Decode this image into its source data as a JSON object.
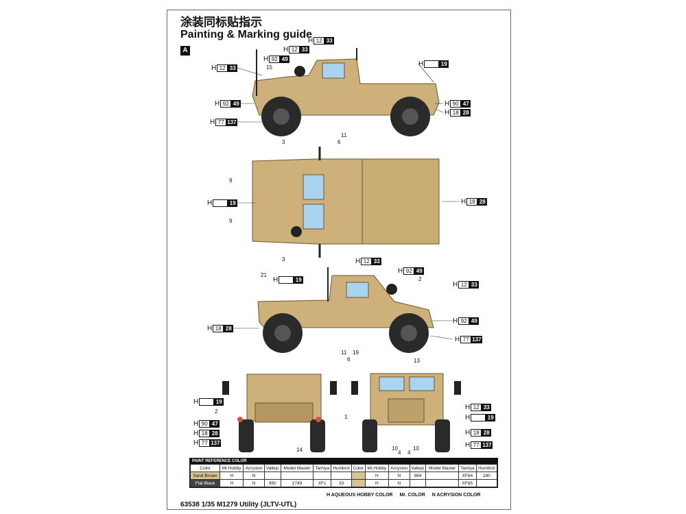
{
  "header": {
    "title_cn": "涂装同标贴指示",
    "title_en": "Painting & Marking guide",
    "section": "A"
  },
  "callouts": [
    {
      "id": "c1",
      "h": "H",
      "w": "12",
      "b": "33"
    },
    {
      "id": "c2",
      "h": "H",
      "w": "12",
      "b": "33"
    },
    {
      "id": "c3",
      "h": "H",
      "w": "92",
      "b": "49"
    },
    {
      "id": "c4",
      "h": "H",
      "w": "12",
      "b": "33"
    },
    {
      "id": "c5",
      "h": "H",
      "w": "",
      "b": "19"
    },
    {
      "id": "c6",
      "h": "H",
      "w": "92",
      "b": "49"
    },
    {
      "id": "c7",
      "h": "H",
      "w": "90",
      "b": "47"
    },
    {
      "id": "c8",
      "h": "H",
      "w": "18",
      "b": "28"
    },
    {
      "id": "c9",
      "h": "H",
      "w": "77",
      "b": "137"
    },
    {
      "id": "c10",
      "h": "H",
      "w": "",
      "b": "19"
    },
    {
      "id": "c11",
      "h": "H",
      "w": "18",
      "b": "28"
    },
    {
      "id": "c12",
      "h": "H",
      "w": "12",
      "b": "33"
    },
    {
      "id": "c13",
      "h": "H",
      "w": "",
      "b": "19"
    },
    {
      "id": "c14",
      "h": "H",
      "w": "92",
      "b": "49"
    },
    {
      "id": "c15",
      "h": "H",
      "w": "12",
      "b": "33"
    },
    {
      "id": "c16",
      "h": "H",
      "w": "92",
      "b": "49"
    },
    {
      "id": "c17",
      "h": "H",
      "w": "18",
      "b": "28"
    },
    {
      "id": "c18",
      "h": "H",
      "w": "77",
      "b": "137"
    },
    {
      "id": "c19",
      "h": "H",
      "w": "",
      "b": "19"
    },
    {
      "id": "c20",
      "h": "H",
      "w": "90",
      "b": "47"
    },
    {
      "id": "c21",
      "h": "H",
      "w": "18",
      "b": "28"
    },
    {
      "id": "c22",
      "h": "H",
      "w": "77",
      "b": "137"
    },
    {
      "id": "c23",
      "h": "H",
      "w": "12",
      "b": "33"
    },
    {
      "id": "c24",
      "h": "H",
      "w": "",
      "b": "19"
    },
    {
      "id": "c25",
      "h": "H",
      "w": "18",
      "b": "28"
    },
    {
      "id": "c26",
      "h": "H",
      "w": "77",
      "b": "137"
    }
  ],
  "part_numbers": {
    "n15": "15",
    "n11a": "11",
    "n6a": "6",
    "n3a": "3",
    "n9a": "9",
    "n9b": "9",
    "n3b": "3",
    "n21": "21",
    "n2a": "2",
    "n11b": "11",
    "n6b": "6",
    "n19": "19",
    "n13": "13",
    "n2b": "2",
    "n14": "14",
    "n1": "1",
    "n10a": "10",
    "n4a": "4",
    "n4b": "4",
    "n10b": "10"
  },
  "paint_ref": {
    "title": "PAINT REFERENCE COLOR",
    "headers": [
      "Color",
      "Mr.Hobby",
      "Acrysion",
      "Vallejo",
      "Model Master",
      "Tamiya",
      "Humbrol"
    ],
    "rows_left": [
      {
        "color": "Sand Brown",
        "hobby": "H",
        "acry": "N",
        "vallejo": "",
        "mm": "",
        "tamiya": "",
        "humbrol": ""
      },
      {
        "color": "Flat Black",
        "hobby": "H",
        "acry": "N",
        "vallejo": "950",
        "mm": "1749",
        "tamiya": "XF1",
        "humbrol": "33"
      }
    ],
    "rows_right": [
      {
        "color": "",
        "hobby": "H",
        "acry": "N",
        "vallejo": "984",
        "mm": "",
        "tamiya": "XF64",
        "humbrol": "180"
      },
      {
        "color": "",
        "hobby": "H",
        "acry": "N",
        "vallejo": "",
        "mm": "",
        "tamiya": "XF85",
        "humbrol": ""
      }
    ]
  },
  "legend": [
    "H AQUEOUS HOBBY COLOR",
    "Mr. COLOR",
    "N ACRYSION COLOR"
  ],
  "footer": "63538 1/35 M1279 Utility (JLTV-UTL)",
  "colors": {
    "tan": "#cdb07a",
    "tan_dark": "#a88c58",
    "glass": "#a9d3ee",
    "tire": "#2a2a2a"
  }
}
